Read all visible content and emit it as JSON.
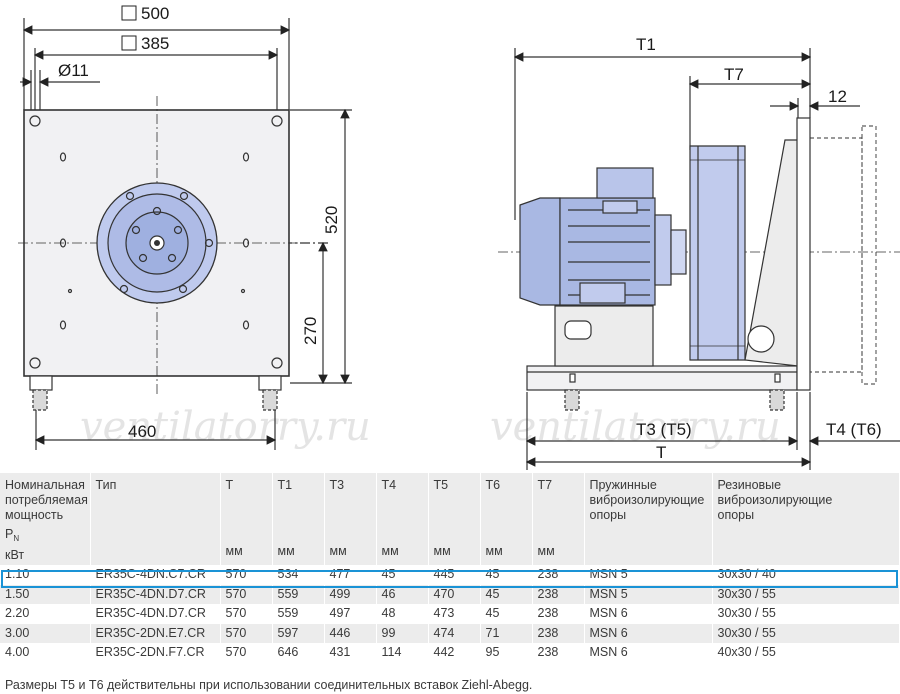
{
  "drawing": {
    "dims_front": {
      "outer": "500",
      "inner": "385",
      "hole": "Ø11",
      "height": "520",
      "axis": "270",
      "base": "460"
    },
    "dims_side": {
      "t1": "T1",
      "t7": "T7",
      "flange": "12",
      "t3": "T3 (T5)",
      "t4": "T4 (T6)",
      "t": "T"
    },
    "watermark": "ventilatorry.ru",
    "colors": {
      "motor": "#a9b8e3",
      "impeller": "#c1cbed",
      "line": "#333333"
    }
  },
  "table": {
    "headers": [
      {
        "lines": [
          "Номинальная",
          "потребляемая",
          "мощность",
          "P",
          "кВт"
        ],
        "sub": "N"
      },
      {
        "lines": [
          "Тип"
        ]
      },
      {
        "label": "T",
        "unit": "мм"
      },
      {
        "label": "T1",
        "unit": "мм"
      },
      {
        "label": "T3",
        "unit": "мм"
      },
      {
        "label": "T4",
        "unit": "мм"
      },
      {
        "label": "T5",
        "unit": "мм"
      },
      {
        "label": "T6",
        "unit": "мм"
      },
      {
        "label": "T7",
        "unit": "мм"
      },
      {
        "lines": [
          "Пружинные",
          "виброизолирующие",
          "опоры"
        ]
      },
      {
        "lines": [
          "Резиновые",
          "виброизолирующие",
          "опоры"
        ]
      }
    ],
    "rows": [
      [
        "1.10",
        "ER35C-4DN.C7.CR",
        "570",
        "534",
        "477",
        "45",
        "445",
        "45",
        "238",
        "MSN 5",
        "30x30 / 40"
      ],
      [
        "1.50",
        "ER35C-4DN.D7.CR",
        "570",
        "559",
        "499",
        "46",
        "470",
        "45",
        "238",
        "MSN 5",
        "30x30 / 55"
      ],
      [
        "2.20",
        "ER35C-4DN.D7.CR",
        "570",
        "559",
        "497",
        "48",
        "473",
        "45",
        "238",
        "MSN 6",
        "30x30 / 55"
      ],
      [
        "3.00",
        "ER35C-2DN.E7.CR",
        "570",
        "597",
        "446",
        "99",
        "474",
        "71",
        "238",
        "MSN 6",
        "30x30 / 55"
      ],
      [
        "4.00",
        "ER35C-2DN.F7.CR",
        "570",
        "646",
        "431",
        "114",
        "442",
        "95",
        "238",
        "MSN 6",
        "40x30 / 55"
      ]
    ],
    "selected_row": 0,
    "footnote": "Размеры T5 и T6 действительны при использовании соединительных вставок Ziehl-Abegg."
  }
}
